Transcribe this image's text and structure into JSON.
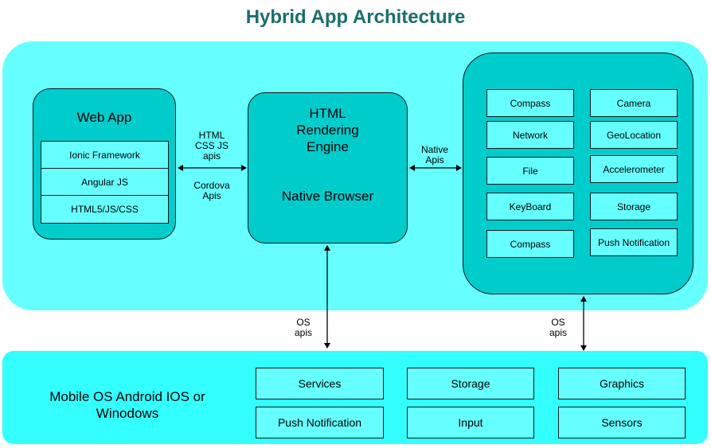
{
  "title": "Hybrid App Architecture",
  "web_app": {
    "heading": "Web App",
    "layers": [
      "Ionic Framework",
      "Angular JS",
      "HTML5/JS/CSS"
    ]
  },
  "rendering_engine": {
    "heading_line1": "HTML",
    "heading_line2": "Rendering",
    "heading_line3": "Engine",
    "subheading": "Native Browser"
  },
  "device_apis": {
    "left_column": [
      "Compass",
      "Network",
      "File",
      "KeyBoard",
      "Compass"
    ],
    "right_column": [
      "Camera",
      "GeoLocation",
      "Accelerometer",
      "Storage",
      "Push Notification"
    ]
  },
  "connector_labels": {
    "webapp_engine_top_line1": "HTML",
    "webapp_engine_top_line2": "CSS JS",
    "webapp_engine_top_line3": "apis",
    "webapp_engine_bottom_line1": "Cordova",
    "webapp_engine_bottom_line2": "Apis",
    "engine_devices_line1": "Native",
    "engine_devices_line2": "Apis",
    "engine_os_line1": "OS",
    "engine_os_line2": "apis",
    "devices_os_line1": "OS",
    "devices_os_line2": "apis"
  },
  "mobile_os": {
    "label_line1": "Mobile OS Android IOS or",
    "label_line2": "Winodows",
    "components": [
      "Services",
      "Storage",
      "Graphics",
      "Push Notification",
      "Input",
      "Sensors"
    ]
  },
  "colors": {
    "title": "#1a6e6e",
    "panel_top": "#66ffff",
    "panel_bottom": "#33ffff",
    "teal_box": "#00cccc",
    "cell": "#66ffff"
  }
}
